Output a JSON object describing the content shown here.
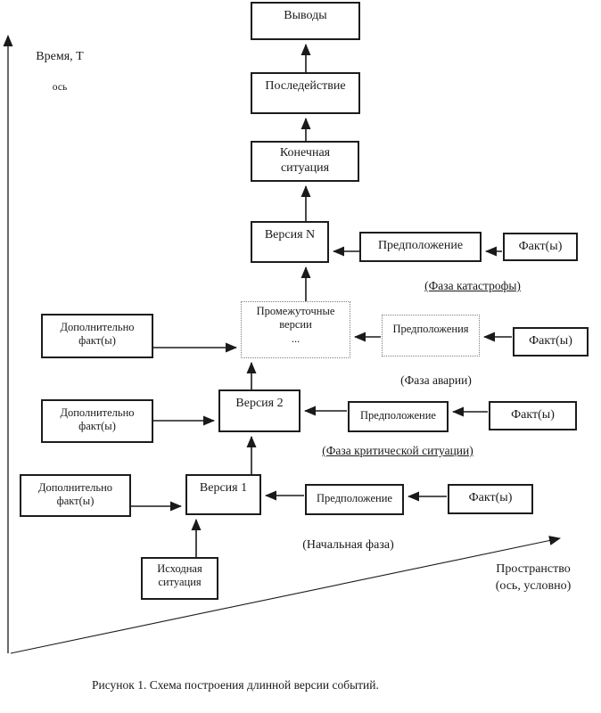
{
  "canvas": {
    "bg": "#ffffff",
    "ink": "#1a1a1a",
    "dotted_border": "#7d7d7d"
  },
  "axes": {
    "time_line1": "Время, Т",
    "time_line2": "ось",
    "space_label": "Пространство\n(ось, условно)"
  },
  "nodes": {
    "conclusions": "Выводы",
    "aftereffect": "Последействие",
    "final_situation": "Конечная\nситуация",
    "version_n": "Версия N",
    "intermediate_versions": "Промежуточные\nверсии\n...",
    "version_2": "Версия 2",
    "version_1": "Версия 1",
    "initial_situation": "Исходная\nситуация",
    "assumption_n": "Предположение",
    "assumptions_intermediate": "Предположения",
    "assumption_2": "Предположение",
    "assumption_1": "Предположение",
    "facts_n": "Факт(ы)",
    "facts_intermediate": "Факт(ы)",
    "facts_2": "Факт(ы)",
    "facts_1": "Факт(ы)",
    "additional_facts": "Дополнительно\nфакт(ы)"
  },
  "phases": {
    "catastrophe": "(Фаза катастрофы)",
    "accident": "(Фаза аварии)",
    "critical": "(Фаза критической ситуации)",
    "initial": "(Начальная фаза)"
  },
  "caption": "Рисунок 1. Схема построения длинной версии событий."
}
